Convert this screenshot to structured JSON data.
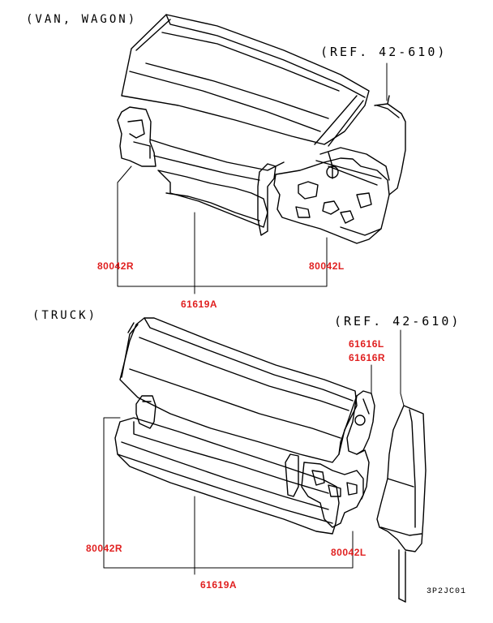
{
  "sections": {
    "van": {
      "caption": "(VAN, WAGON)",
      "ref": "(REF. 42-610)",
      "parts": {
        "left_bracket": "80042R",
        "right_bracket": "80042L",
        "assembly": "61619A"
      }
    },
    "truck": {
      "caption": "(TRUCK)",
      "ref": "(REF. 42-610)",
      "parts": {
        "seal_l": "61616L",
        "seal_r": "61616R",
        "left_bracket": "80042R",
        "right_bracket": "80042L",
        "assembly": "61619A"
      }
    }
  },
  "diagram_code": "3P2JC01",
  "colors": {
    "line": "#000000",
    "part_label": "#e02020"
  }
}
